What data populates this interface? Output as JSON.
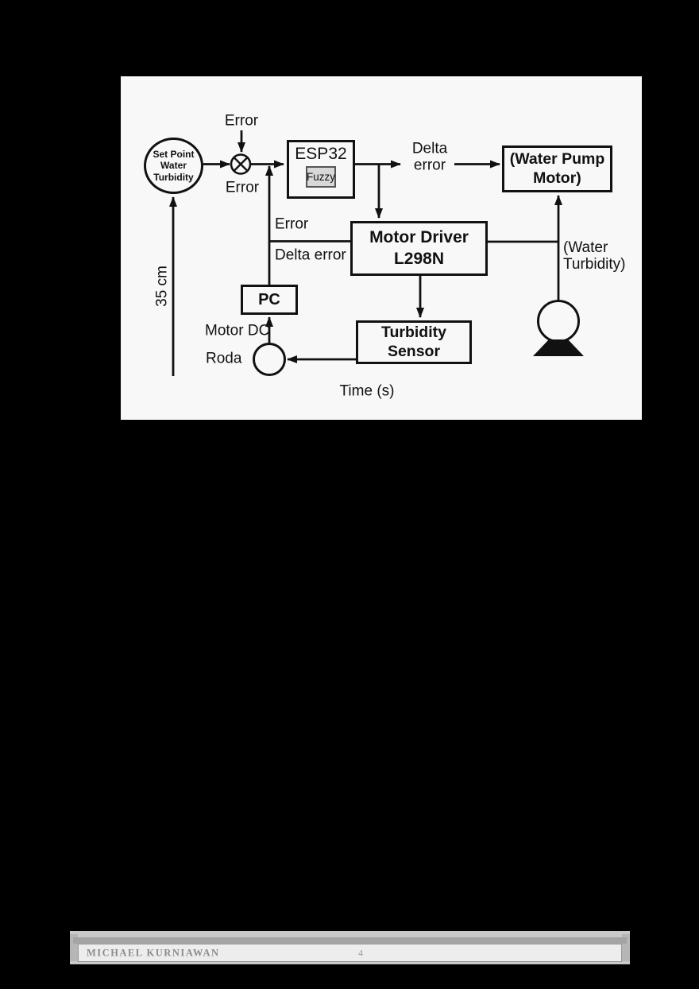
{
  "page": {
    "background": "#000000",
    "footer": {
      "author": "MICHAEL KURNIAWAN",
      "page_number": "4"
    }
  },
  "diagram": {
    "colors": {
      "figure_bg": "#f8f8f8",
      "line": "#111111",
      "fuzzy_fill": "#d8d8d8"
    },
    "nodes": {
      "set_point": {
        "label": "Set Point\nWater\nTurbidity"
      },
      "esp32": {
        "label": "ESP32"
      },
      "fuzzy": {
        "label": "Fuzzy"
      },
      "water_pump": {
        "label": "(Water Pump\nMotor)"
      },
      "motor_driver": {
        "label": "Motor Driver\nL298N"
      },
      "pc": {
        "label": "PC"
      },
      "turbidity_sensor": {
        "label": "Turbidity\nSensor"
      }
    },
    "labels": {
      "error_top": "Error",
      "error_below_sum": "Error",
      "error_feedback": "Error",
      "delta_error_feedback": "Delta error",
      "delta_error_out": "Delta\nerror",
      "water_turbidity": "(Water\nTurbidity)",
      "motor_dc": "Motor DC",
      "roda": "Roda",
      "time": "Time (s)",
      "height_35cm": "35 cm"
    }
  }
}
